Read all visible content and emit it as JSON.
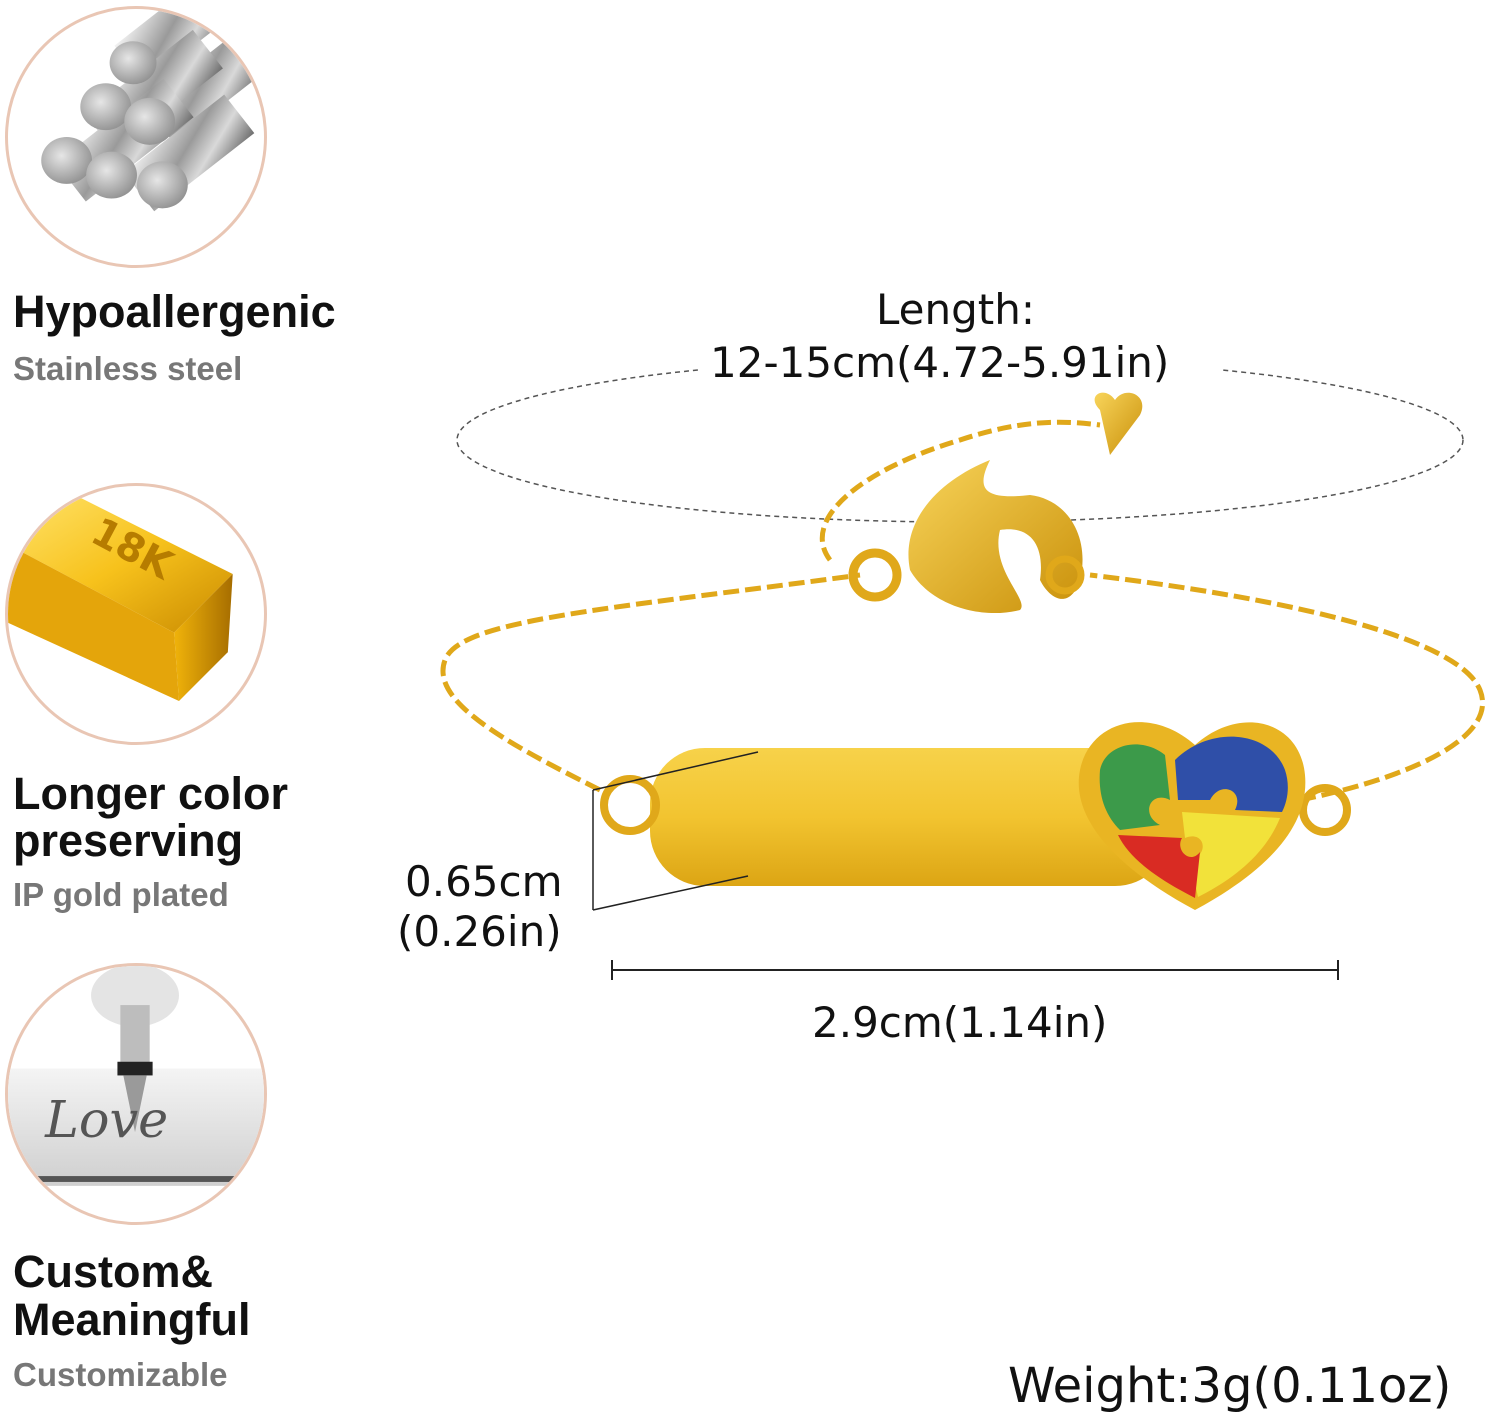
{
  "features": [
    {
      "title": "Hypoallergenic",
      "subtitle": "Stainless steel",
      "icon": "steel-rods-icon"
    },
    {
      "title_line1": "Longer color",
      "title_line2": "preserving",
      "subtitle": "IP gold plated",
      "icon": "gold-bar-icon",
      "bar_label": "18K"
    },
    {
      "title_line1": "Custom&",
      "title_line2": "Meaningful",
      "subtitle": "Customizable",
      "icon": "engraving-tool-icon",
      "engraving_text": "Love"
    }
  ],
  "dimensions": {
    "length_label": "Length:",
    "length_value": "12-15cm(4.72-5.91in)",
    "width_line1": "0.65cm",
    "width_line2": "(0.26in)",
    "plate_length": "2.9cm(1.14in)",
    "weight": "Weight:3g(0.11oz)"
  },
  "colors": {
    "gold": "#e8b21c",
    "circle_border": "#e9c6b4",
    "puzzle_green": "#3c9a4a",
    "puzzle_blue": "#2f4fa8",
    "puzzle_yellow": "#f2e23a",
    "puzzle_red": "#d92b23"
  }
}
